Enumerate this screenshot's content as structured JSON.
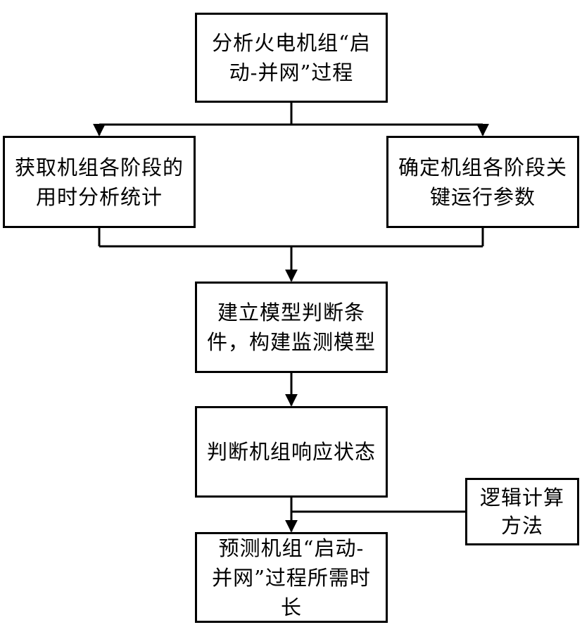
{
  "flowchart": {
    "boxes": {
      "analyze_process": "分析火电机组“启\n动-并网”过程",
      "stage_time_stats": "获取机组各阶段的\n用时分析统计",
      "key_parameters": "确定机组各阶段关\n键运行参数",
      "build_model": "建立模型判断条\n件，构建监测模型",
      "judge_state": "判断机组响应状态",
      "predict_duration": "预测机组“启动-\n并网”过程所需时\n长",
      "logic_method": "逻辑计算\n方法"
    }
  }
}
